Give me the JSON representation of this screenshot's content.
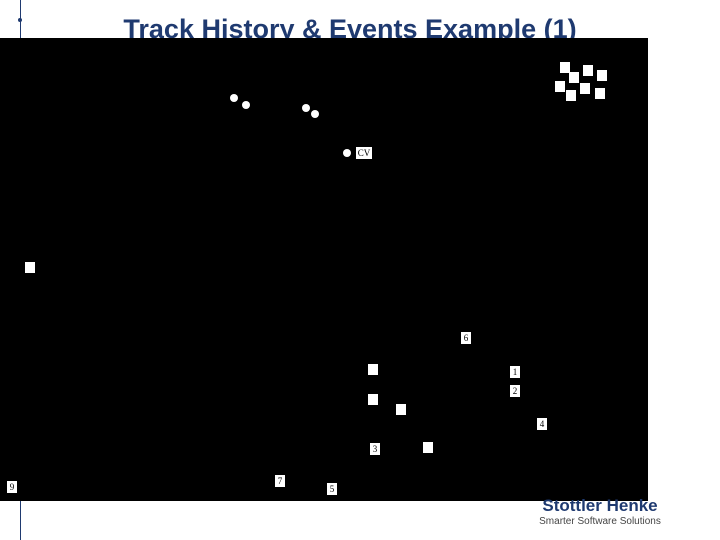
{
  "slide": {
    "title": "Track History & Events Example (1)"
  },
  "map": {
    "track_labels": {
      "cv": "CV",
      "t1": "1",
      "t2": "2",
      "t3": "3",
      "t4": "4",
      "t5": "5",
      "t6": "6",
      "t7": "7",
      "t9": "9"
    }
  },
  "footer": {
    "company": "Stottler Henke",
    "tagline": "Smarter Software Solutions"
  },
  "colors": {
    "title": "#1f3a70",
    "map_background": "#000000",
    "marker": "#ffffff"
  }
}
